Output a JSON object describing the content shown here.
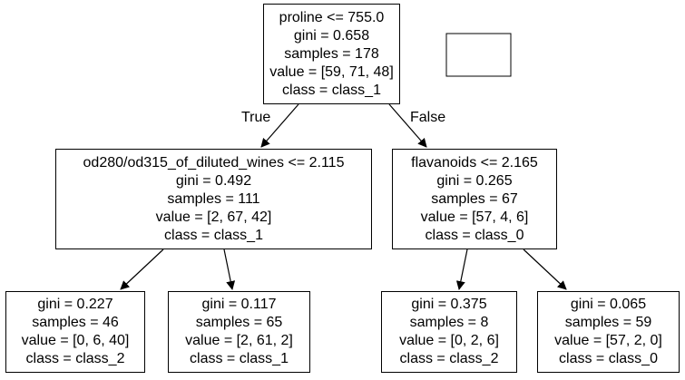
{
  "tree": {
    "root": {
      "condition": "proline <= 755.0",
      "gini": "gini = 0.658",
      "samples": "samples = 178",
      "value": "value = [59, 71, 48]",
      "class": "class = class_1"
    },
    "edge_true": "True",
    "edge_false": "False",
    "left": {
      "condition": "od280/od315_of_diluted_wines <= 2.115",
      "gini": "gini = 0.492",
      "samples": "samples = 111",
      "value": "value = [2, 67, 42]",
      "class": "class = class_1"
    },
    "right": {
      "condition": "flavanoids <= 2.165",
      "gini": "gini = 0.265",
      "samples": "samples = 67",
      "value": "value = [57, 4, 6]",
      "class": "class = class_0"
    },
    "left_left": {
      "gini": "gini = 0.227",
      "samples": "samples = 46",
      "value": "value = [0, 6, 40]",
      "class": "class = class_2"
    },
    "left_right": {
      "gini": "gini = 0.117",
      "samples": "samples = 65",
      "value": "value = [2, 61, 2]",
      "class": "class = class_1"
    },
    "right_left": {
      "gini": "gini = 0.375",
      "samples": "samples = 8",
      "value": "value = [0, 2, 6]",
      "class": "class = class_2"
    },
    "right_right": {
      "gini": "gini = 0.065",
      "samples": "samples = 59",
      "value": "value = [57, 2, 0]",
      "class": "class = class_0"
    }
  }
}
